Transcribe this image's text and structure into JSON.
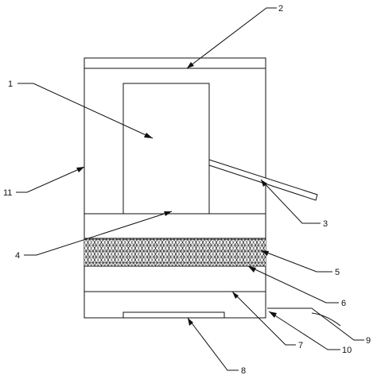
{
  "colors": {
    "stroke": "#111111",
    "background": "#ffffff"
  },
  "callouts": [
    {
      "label": "1"
    },
    {
      "label": "2"
    },
    {
      "label": "3"
    },
    {
      "label": "4"
    },
    {
      "label": "5"
    },
    {
      "label": "6"
    },
    {
      "label": "7"
    },
    {
      "label": "8"
    },
    {
      "label": "9"
    },
    {
      "label": "10"
    },
    {
      "label": "11"
    }
  ]
}
